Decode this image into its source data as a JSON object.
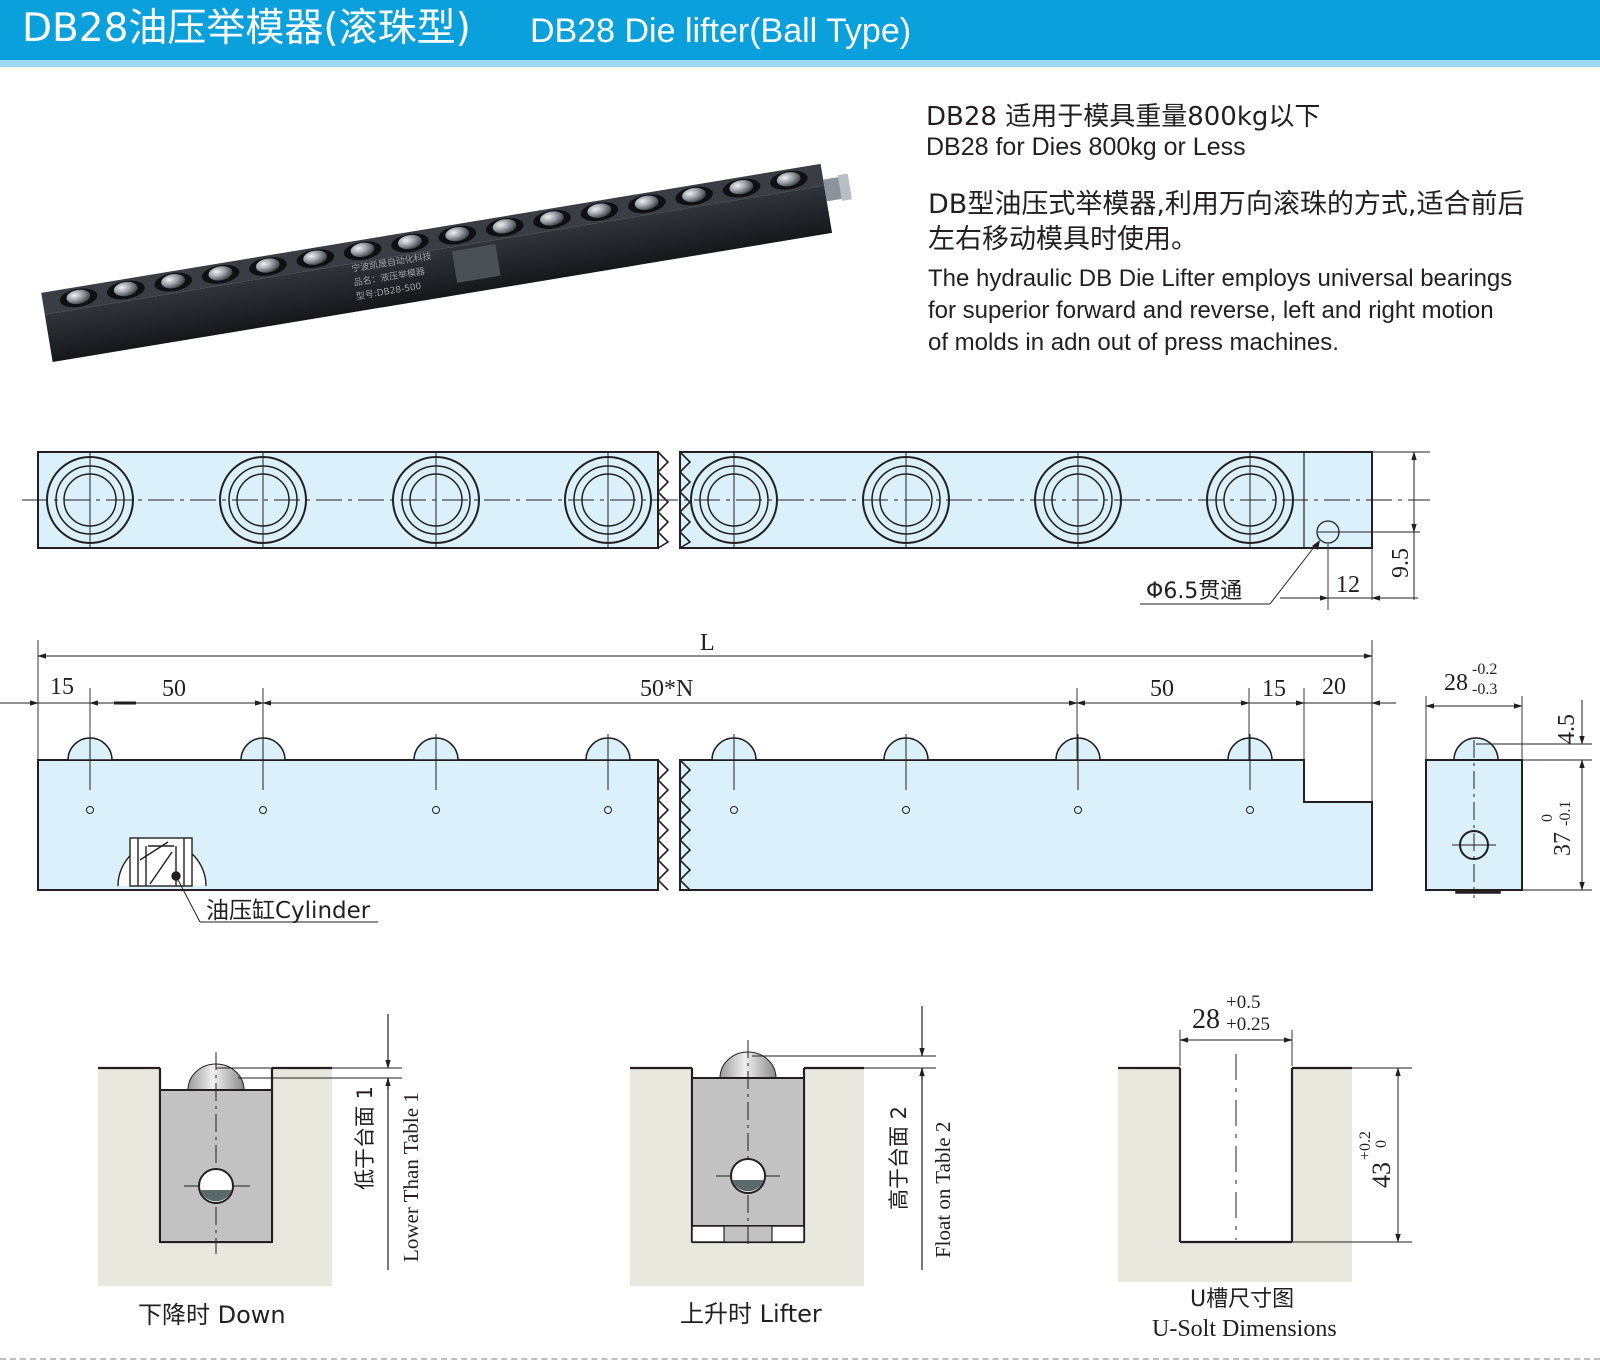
{
  "header": {
    "title_cn": "DB28油压举模器(滚珠型)",
    "title_en": "DB28 Die lifter(Ball Type)"
  },
  "info": {
    "spec_cn": "DB28 适用于模具重量800kg以下",
    "spec_en": "DB28 for Dies 800kg or Less",
    "desc_cn_line1": "DB型油压式举模器,利用万向滚珠的方式,适合前后",
    "desc_cn_line2": "左右移动模具时使用。",
    "desc_en_line1": "The hydraulic DB Die Lifter employs universal bearings",
    "desc_en_line2": "for superior forward and reverse, left and right motion",
    "desc_en_line3": "of molds in adn out of press machines."
  },
  "product_photo": {
    "label_line1": "宁波凯晟自动化科技",
    "label_line2": "品名：液压举模器",
    "label_line3": "型号:DB28-500"
  },
  "top_view": {
    "hole_label": "Φ6.5贯通",
    "dim_12": "12",
    "dim_9_5": "9.5"
  },
  "side_view": {
    "dim_L": "L",
    "dim_15_left": "15",
    "dim_50_left": "50",
    "dim_50N": "50*N",
    "dim_50_right": "50",
    "dim_15_right": "15",
    "dim_20": "20",
    "cylinder_label": "油压缸Cylinder"
  },
  "end_view": {
    "width_base": "28",
    "width_tol_upper": "-0.2",
    "width_tol_lower": "-0.3",
    "dim_4_5": "4.5",
    "height_base": "37",
    "height_tol_upper": "0",
    "height_tol_lower": "-0.1"
  },
  "down_view": {
    "side_label_cn": "低于台面 1",
    "side_label_en": "Lower Than Table 1",
    "caption": "下降时 Down"
  },
  "lift_view": {
    "side_label_cn": "高于台面 2",
    "side_label_en": "Float on Table 2",
    "caption": "上升时 Lifter"
  },
  "uslot_view": {
    "width_base": "28",
    "width_tol_upper": "+0.5",
    "width_tol_lower": "+0.25",
    "depth_base": "43",
    "depth_tol_upper": "+0.2",
    "depth_tol_lower": "0",
    "caption_cn": "U槽尺寸图",
    "caption_en": "U-Solt Dimensions"
  },
  "colors": {
    "header_blue": "#0aa0dc",
    "header_line": "#9ed8f2",
    "drawing_fill": "#daf0fb",
    "slot_ground": "#e9e8df",
    "body_gray": "#c2c2c2",
    "photo_black": "#1d2024"
  }
}
